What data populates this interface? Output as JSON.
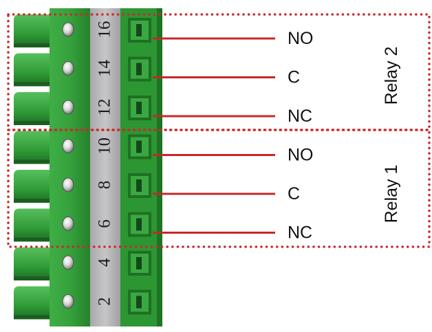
{
  "colors": {
    "connector_green": "#2e9a35",
    "connector_dark": "#1d6b22",
    "connector_light": "#5cc261",
    "label_strip": "#b9b9bb",
    "wire_red": "#c62828",
    "dotted_border": "#cc2a2a"
  },
  "pins": [
    {
      "number": "16",
      "terminal": "NO"
    },
    {
      "number": "14",
      "terminal": "C"
    },
    {
      "number": "12",
      "terminal": "NC"
    },
    {
      "number": "10",
      "terminal": "NO"
    },
    {
      "number": "8",
      "terminal": "C"
    },
    {
      "number": "6",
      "terminal": "NC"
    },
    {
      "number": "4",
      "terminal": ""
    },
    {
      "number": "2",
      "terminal": ""
    }
  ],
  "relays": [
    {
      "label": "Relay 2"
    },
    {
      "label": "Relay 1"
    }
  ]
}
